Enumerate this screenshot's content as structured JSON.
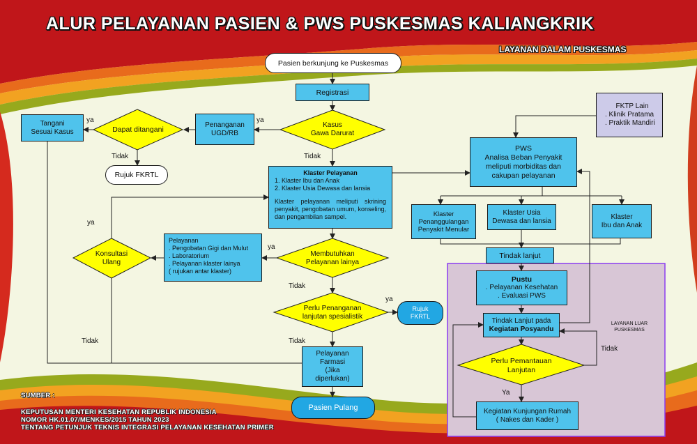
{
  "header": {
    "title": "ALUR  PELAYANAN  PASIEN & PWS PUSKESMAS KALIANGKRIK",
    "subtitle": "LAYANAN DALAM PUSKESMAS"
  },
  "nodes": {
    "start": "Pasien berkunjung ke Puskesmas",
    "registrasi": "Registrasi",
    "kasus_gawat": [
      "Kasus",
      "Gawa Darurat"
    ],
    "penanganan_ugd": [
      "Penanganan",
      "UGD/RB"
    ],
    "dapat_ditangani": "Dapat ditangani",
    "tangani": [
      "Tangani",
      "Sesuai Kasus"
    ],
    "rujuk_fkrtl": "Rujuk FKRTL",
    "klaster": {
      "title": "Klaster Pelayanan",
      "items": [
        "1.   Klaster Ibu dan Anak",
        "2.   Klaster Usia Dewasa dan lansia"
      ],
      "desc": "Klaster pelayanan meliputi skrining penyakit, pengobatan umum, konseling, dan pengambilan sampel."
    },
    "pelayanan_lain": {
      "title": "Pelayanan",
      "items": [
        ". Pengobatan Gigi dan Mulut",
        ". Laboratorium",
        ". Pelayanan klaster lainya",
        "  ( rujukan antar klaster)"
      ]
    },
    "membutuhkan": [
      "Membutuhkan",
      "Pelayanan lainya"
    ],
    "konsultasi": [
      "Konsultasi",
      "Ulang"
    ],
    "perlu_penanganan": [
      "Perlu Penanganan",
      "lanjutan spesialistik"
    ],
    "rujuk_fkrtl2": [
      "Rujuk",
      "FKRTL"
    ],
    "farmasi": [
      "Pelayanan",
      "Farmasi",
      "(Jika",
      "diperlukan)"
    ],
    "pulang": "Pasien Pulang",
    "fktp": [
      "FKTP Lain",
      ". Klinik Pratama",
      ". Praktik Mandiri"
    ],
    "pws": [
      "PWS",
      "Analisa Beban Penyakit",
      "meliputi morbiditas dan",
      "cakupan pelayanan"
    ],
    "klaster_menular": [
      "Klaster",
      "Penanggulangan",
      "Penyakit Menular"
    ],
    "klaster_usia": [
      "Klaster Usia",
      "Dewasa dan lansia"
    ],
    "klaster_ibu": [
      "Klaster",
      "Ibu dan Anak"
    ],
    "tindak_lanjut": "Tindak lanjut",
    "pustu": {
      "title": "Pustu",
      "items": [
        ". Pelayanan Kesehatan",
        ". Evaluasi PWS"
      ]
    },
    "posyandu": [
      "Tindak Lanjut pada",
      "Kegiatan Posyandu"
    ],
    "pemantauan": [
      "Perlu Pemantauan",
      "Lanjutan"
    ],
    "kunjungan": [
      "Kegiatan Kunjungan Rumah",
      "( Nakes dan Kader )"
    ],
    "layanan_luar": [
      "LAYANAN LUAR",
      "PUSKESMAS"
    ]
  },
  "labels": {
    "ya": "ya",
    "tidak": "Tidak",
    "ya_cap": "Ya"
  },
  "source": {
    "heading": "SUMBER :",
    "lines": [
      "KEPUTUSAN MENTERI KESEHATAN REPUBLIK INDONESIA",
      "NOMOR HK.01.07/MENKES/2015 TAHUN 2023",
      "TENTANG PETUNJUK TEKNIS INTEGRASI PELAYANAN KESEHATAN PRIMER"
    ]
  },
  "colors": {
    "box": "#4fc3ec",
    "diamond": "#ffff00",
    "region": "#d9c8d8",
    "region_border": "#8a3cf0",
    "fktp": "#cdcbe9",
    "band_red": "#c4181c",
    "band_orange": "#ef8a1e",
    "band_green": "#94a81e"
  }
}
